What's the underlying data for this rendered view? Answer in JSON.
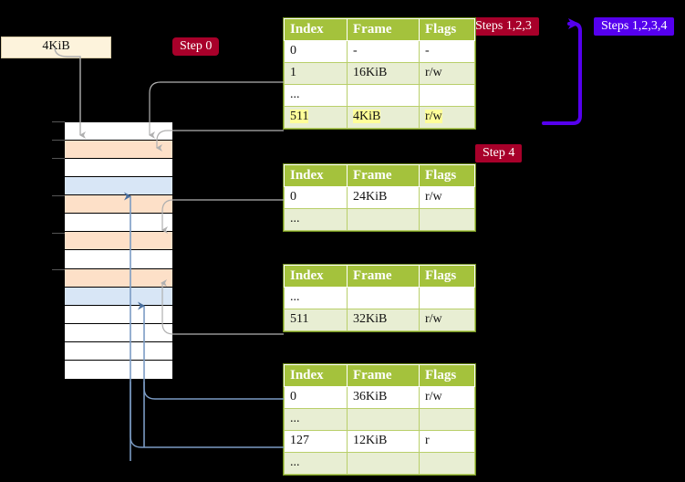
{
  "labels": {
    "steps_123": "Steps 1,2,3",
    "steps_1234": "Steps 1,2,3,4",
    "step_4": "Step 4",
    "step_0": "Step 0",
    "kib_box": "4KiB"
  },
  "colors": {
    "badge_red": "#a8002a",
    "badge_blue": "#5500ee",
    "table_header": "#a4c23c",
    "table_alt_row": "#e8eed3",
    "highlight": "#ffff99",
    "grid_orange": "#fde0c8",
    "grid_blue": "#d8e6f6",
    "kib_bg": "#fdf3dc",
    "gray_wire": "#b0b0b0",
    "blue_wire": "#7b9bc4"
  },
  "columns": [
    "Index",
    "Frame",
    "Flags"
  ],
  "tables": [
    {
      "name": "pml4-table",
      "rows": [
        {
          "cells": [
            "0",
            "-",
            "-"
          ],
          "alt": false,
          "hl": false
        },
        {
          "cells": [
            "1",
            "16KiB",
            "r/w"
          ],
          "alt": true,
          "hl": false
        },
        {
          "cells": [
            "...",
            "",
            ""
          ],
          "alt": false,
          "hl": false
        },
        {
          "cells": [
            "511",
            "4KiB",
            "r/w"
          ],
          "alt": true,
          "hl": true
        }
      ]
    },
    {
      "name": "pdpt-table",
      "rows": [
        {
          "cells": [
            "0",
            "24KiB",
            "r/w"
          ],
          "alt": false,
          "hl": false
        },
        {
          "cells": [
            "...",
            "",
            ""
          ],
          "alt": true,
          "hl": false
        }
      ]
    },
    {
      "name": "pd-table",
      "rows": [
        {
          "cells": [
            "...",
            "",
            ""
          ],
          "alt": false,
          "hl": false
        },
        {
          "cells": [
            "511",
            "32KiB",
            "r/w"
          ],
          "alt": true,
          "hl": false
        }
      ]
    },
    {
      "name": "pt-table",
      "rows": [
        {
          "cells": [
            "0",
            "36KiB",
            "r/w"
          ],
          "alt": false,
          "hl": false
        },
        {
          "cells": [
            "...",
            "",
            ""
          ],
          "alt": true,
          "hl": false
        },
        {
          "cells": [
            "127",
            "12KiB",
            "r"
          ],
          "alt": false,
          "hl": false
        },
        {
          "cells": [
            "...",
            "",
            ""
          ],
          "alt": true,
          "hl": false
        }
      ]
    }
  ],
  "memory_grid": {
    "name": "physical-memory-grid",
    "rows": [
      "white",
      "orange",
      "white",
      "blue",
      "orange",
      "white",
      "orange",
      "white",
      "orange",
      "blue",
      "white",
      "white",
      "white",
      "white"
    ]
  }
}
